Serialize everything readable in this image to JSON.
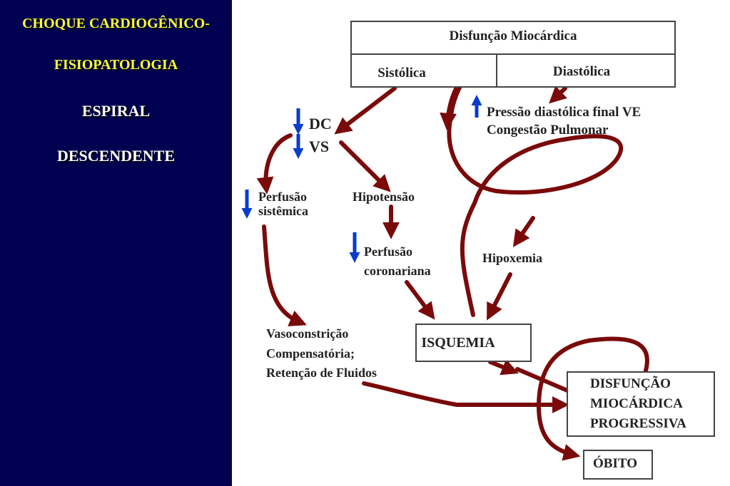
{
  "sidebar": {
    "title_line1": "CHOQUE CARDIOGÊNICO-",
    "title_line2": "FISIOPATOLOGIA",
    "subtitle_line1": "ESPIRAL",
    "subtitle_line2": "DESCENDENTE"
  },
  "diagram": {
    "top_box": "Disfunção Miocárdica",
    "systolic": "Sistólica",
    "diastolic": "Diastólica",
    "lvedp": "Pressão diastólica final VE",
    "congestion": "Congestão Pulmonar",
    "dc": "DC",
    "vs": "VS",
    "perfusion_line1": "Perfusão",
    "perfusion_line2": "sistêmica",
    "hypotension": "Hipotensão",
    "coronary_line1": "Perfusão",
    "coronary_line2": "coronariana",
    "hypoxemia": "Hipoxemia",
    "vaso_line1": "Vasoconstrição",
    "vaso_line2": "Compensatória;",
    "vaso_line3": "Retenção de Fluidos",
    "ischemia": "ISQUEMIA",
    "progressive_line1": "DISFUNÇÃO",
    "progressive_line2": "MIOCÁRDICA",
    "progressive_line3": "PROGRESSIVA",
    "death": "ÓBITO"
  },
  "colors": {
    "sidebar_bg": "#000050",
    "title_color": "#ffff33",
    "arrow_color": "#7a0a0a",
    "indicator_color": "#0a3ccc"
  }
}
